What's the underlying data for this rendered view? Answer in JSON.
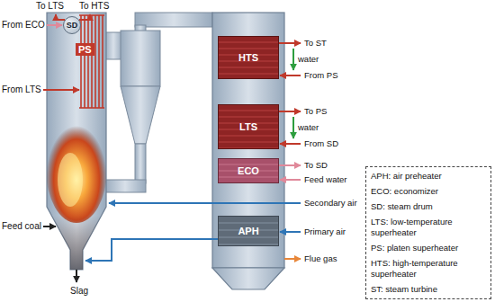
{
  "diagram": {
    "nodes": [
      {
        "text": [
          "SD"
        ]
      },
      {
        "text": [
          "PS"
        ]
      },
      {
        "text": [
          "HTS"
        ]
      },
      {
        "text": [
          "LTS"
        ]
      },
      {
        "text": [
          "ECO"
        ]
      },
      {
        "text": [
          "APH"
        ]
      },
      {
        "text": [
          "APH: air preheater",
          "ECO: economizer",
          "SD: steam drum",
          "LTS: low-temperature superheater",
          "PS: platen superheater",
          "HTS: high-temperature superheater",
          "ST: steam turbine"
        ]
      }
    ],
    "labels": [
      "To LTS",
      "To HTS",
      "From ECO",
      "From LTS",
      "To ST",
      "water",
      "From PS",
      "To PS",
      "water",
      "From SD",
      "To SD",
      "Feed water",
      "Secondary air",
      "Primary air",
      "Flue gas",
      "Feed coal",
      "Slag"
    ]
  }
}
